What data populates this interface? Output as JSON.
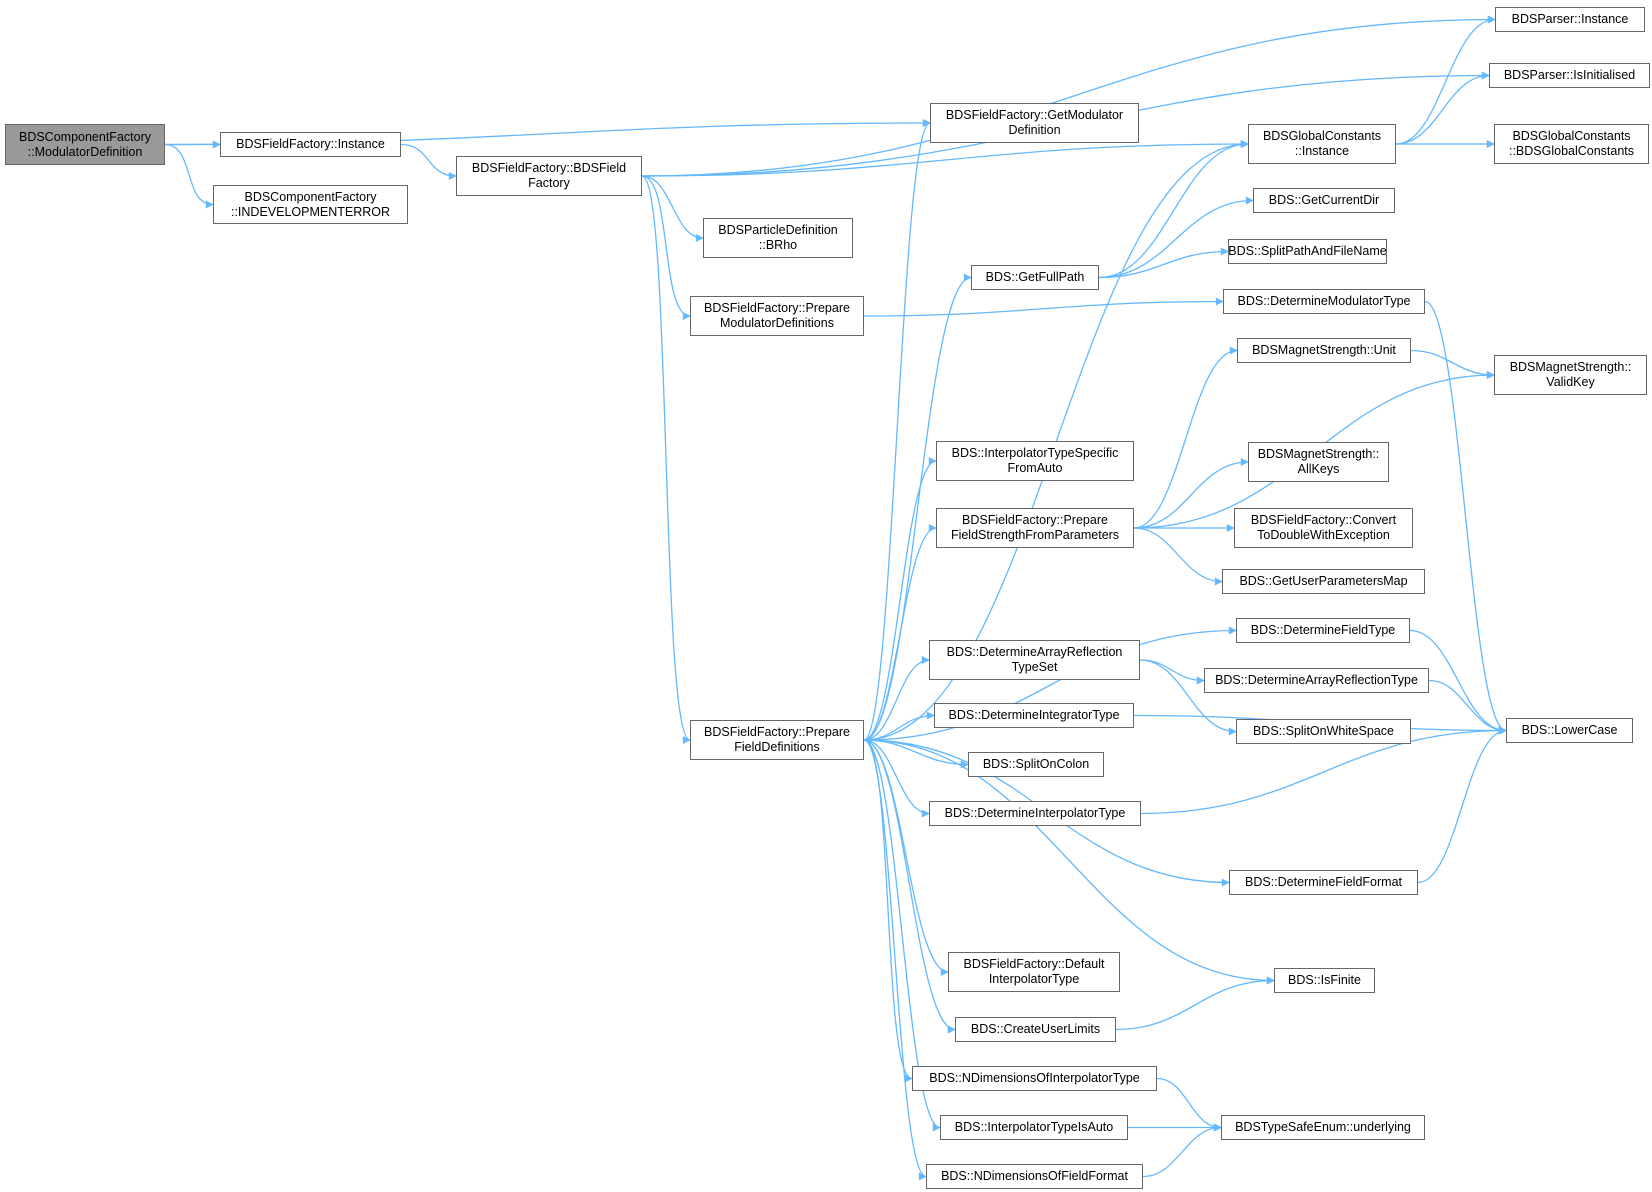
{
  "diagram": {
    "edge_color": "#63b8ff",
    "root_fill": "#999999",
    "node_border": "#666666",
    "nodes": [
      {
        "id": "root",
        "lines": [
          "BDSComponentFactory",
          "::ModulatorDefinition"
        ],
        "root": true
      },
      {
        "id": "ffInstance",
        "lines": [
          "BDSFieldFactory::Instance"
        ]
      },
      {
        "id": "inDev",
        "lines": [
          "BDSComponentFactory",
          "::INDEVELOPMENTERROR"
        ]
      },
      {
        "id": "ffBDS",
        "lines": [
          "BDSFieldFactory::BDSField",
          "Factory"
        ]
      },
      {
        "id": "ffGetMod",
        "lines": [
          "BDSFieldFactory::GetModulator",
          "Definition"
        ]
      },
      {
        "id": "pdBRho",
        "lines": [
          "BDSParticleDefinition",
          "::BRho"
        ]
      },
      {
        "id": "ffPrepMod",
        "lines": [
          "BDSFieldFactory::Prepare",
          "ModulatorDefinitions"
        ]
      },
      {
        "id": "ffPrepField",
        "lines": [
          "BDSFieldFactory::Prepare",
          "FieldDefinitions"
        ]
      },
      {
        "id": "parserInst",
        "lines": [
          "BDSParser::Instance"
        ]
      },
      {
        "id": "parserInit",
        "lines": [
          "BDSParser::IsInitialised"
        ]
      },
      {
        "id": "gcInst",
        "lines": [
          "BDSGlobalConstants",
          "::Instance"
        ]
      },
      {
        "id": "gcCtor",
        "lines": [
          "BDSGlobalConstants",
          "::BDSGlobalConstants"
        ]
      },
      {
        "id": "getCurDir",
        "lines": [
          "BDS::GetCurrentDir"
        ]
      },
      {
        "id": "splitPath",
        "lines": [
          "BDS::SplitPathAndFileName"
        ]
      },
      {
        "id": "getFullPath",
        "lines": [
          "BDS::GetFullPath"
        ]
      },
      {
        "id": "detModType",
        "lines": [
          "BDS::DetermineModulatorType"
        ]
      },
      {
        "id": "msUnit",
        "lines": [
          "BDSMagnetStrength::Unit"
        ]
      },
      {
        "id": "msValid",
        "lines": [
          "BDSMagnetStrength::",
          "ValidKey"
        ]
      },
      {
        "id": "interpSpec",
        "lines": [
          "BDS::InterpolatorTypeSpecific",
          "FromAuto"
        ]
      },
      {
        "id": "msAllKeys",
        "lines": [
          "BDSMagnetStrength::",
          "AllKeys"
        ]
      },
      {
        "id": "ffPrepStrength",
        "lines": [
          "BDSFieldFactory::Prepare",
          "FieldStrengthFromParameters"
        ]
      },
      {
        "id": "ffConvert",
        "lines": [
          "BDSFieldFactory::Convert",
          "ToDoubleWithException"
        ]
      },
      {
        "id": "getUserParams",
        "lines": [
          "BDS::GetUserParametersMap"
        ]
      },
      {
        "id": "detFieldType",
        "lines": [
          "BDS::DetermineFieldType"
        ]
      },
      {
        "id": "detArrReflSet",
        "lines": [
          "BDS::DetermineArrayReflection",
          "TypeSet"
        ]
      },
      {
        "id": "detArrRefl",
        "lines": [
          "BDS::DetermineArrayReflectionType"
        ]
      },
      {
        "id": "detIntegType",
        "lines": [
          "BDS::DetermineIntegratorType"
        ]
      },
      {
        "id": "splitWS",
        "lines": [
          "BDS::SplitOnWhiteSpace"
        ]
      },
      {
        "id": "lowerCase",
        "lines": [
          "BDS::LowerCase"
        ]
      },
      {
        "id": "splitColon",
        "lines": [
          "BDS::SplitOnColon"
        ]
      },
      {
        "id": "detInterpType",
        "lines": [
          "BDS::DetermineInterpolatorType"
        ]
      },
      {
        "id": "detFieldFormat",
        "lines": [
          "BDS::DetermineFieldFormat"
        ]
      },
      {
        "id": "ffDefaultInterp",
        "lines": [
          "BDSFieldFactory::Default",
          "InterpolatorType"
        ]
      },
      {
        "id": "isFinite",
        "lines": [
          "BDS::IsFinite"
        ]
      },
      {
        "id": "createUL",
        "lines": [
          "BDS::CreateUserLimits"
        ]
      },
      {
        "id": "ndimInterp",
        "lines": [
          "BDS::NDimensionsOfInterpolatorType"
        ]
      },
      {
        "id": "interpIsAuto",
        "lines": [
          "BDS::InterpolatorTypeIsAuto"
        ]
      },
      {
        "id": "tseUnderlying",
        "lines": [
          "BDSTypeSafeEnum::underlying"
        ]
      },
      {
        "id": "ndimFormat",
        "lines": [
          "BDS::NDimensionsOfFieldFormat"
        ]
      }
    ],
    "edges": [
      {
        "from": "root",
        "to": "ffInstance"
      },
      {
        "from": "root",
        "to": "inDev"
      },
      {
        "from": "root",
        "to": "ffGetMod"
      },
      {
        "from": "ffInstance",
        "to": "ffBDS"
      },
      {
        "from": "ffBDS",
        "to": "parserInst"
      },
      {
        "from": "ffBDS",
        "to": "parserInit"
      },
      {
        "from": "ffBDS",
        "to": "gcInst"
      },
      {
        "from": "ffBDS",
        "to": "pdBRho"
      },
      {
        "from": "ffBDS",
        "to": "ffPrepMod"
      },
      {
        "from": "ffBDS",
        "to": "ffPrepField"
      },
      {
        "from": "gcInst",
        "to": "parserInst"
      },
      {
        "from": "gcInst",
        "to": "parserInit"
      },
      {
        "from": "gcInst",
        "to": "gcCtor"
      },
      {
        "from": "ffPrepMod",
        "to": "detModType"
      },
      {
        "from": "getFullPath",
        "to": "gcInst"
      },
      {
        "from": "getFullPath",
        "to": "getCurDir"
      },
      {
        "from": "getFullPath",
        "to": "splitPath"
      },
      {
        "from": "detModType",
        "to": "lowerCase"
      },
      {
        "from": "msUnit",
        "to": "msValid"
      },
      {
        "from": "ffPrepStrength",
        "to": "msUnit"
      },
      {
        "from": "ffPrepStrength",
        "to": "msValid"
      },
      {
        "from": "ffPrepStrength",
        "to": "msAllKeys"
      },
      {
        "from": "ffPrepStrength",
        "to": "ffConvert"
      },
      {
        "from": "ffPrepStrength",
        "to": "getUserParams"
      },
      {
        "from": "ffPrepField",
        "to": "ffGetMod"
      },
      {
        "from": "ffPrepField",
        "to": "gcInst"
      },
      {
        "from": "ffPrepField",
        "to": "getFullPath"
      },
      {
        "from": "ffPrepField",
        "to": "interpSpec"
      },
      {
        "from": "ffPrepField",
        "to": "ffPrepStrength"
      },
      {
        "from": "ffPrepField",
        "to": "detFieldType"
      },
      {
        "from": "ffPrepField",
        "to": "detArrReflSet"
      },
      {
        "from": "ffPrepField",
        "to": "detIntegType"
      },
      {
        "from": "ffPrepField",
        "to": "splitColon"
      },
      {
        "from": "ffPrepField",
        "to": "detInterpType"
      },
      {
        "from": "ffPrepField",
        "to": "detFieldFormat"
      },
      {
        "from": "ffPrepField",
        "to": "isFinite"
      },
      {
        "from": "ffPrepField",
        "to": "ffDefaultInterp"
      },
      {
        "from": "ffPrepField",
        "to": "createUL"
      },
      {
        "from": "ffPrepField",
        "to": "ndimInterp"
      },
      {
        "from": "ffPrepField",
        "to": "interpIsAuto"
      },
      {
        "from": "ffPrepField",
        "to": "ndimFormat"
      },
      {
        "from": "detFieldType",
        "to": "lowerCase"
      },
      {
        "from": "detArrReflSet",
        "to": "detArrRefl"
      },
      {
        "from": "detArrReflSet",
        "to": "splitWS"
      },
      {
        "from": "detArrRefl",
        "to": "lowerCase"
      },
      {
        "from": "detIntegType",
        "to": "lowerCase"
      },
      {
        "from": "detInterpType",
        "to": "lowerCase"
      },
      {
        "from": "detFieldFormat",
        "to": "lowerCase"
      },
      {
        "from": "createUL",
        "to": "isFinite"
      },
      {
        "from": "ndimInterp",
        "to": "tseUnderlying"
      },
      {
        "from": "interpIsAuto",
        "to": "tseUnderlying"
      },
      {
        "from": "ndimFormat",
        "to": "tseUnderlying"
      }
    ]
  }
}
